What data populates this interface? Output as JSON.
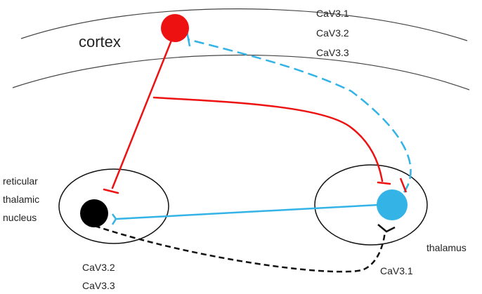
{
  "labels": {
    "cortex": "cortex",
    "cortex_channels": [
      "CaV3.1",
      "CaV3.2",
      "CaV3.3"
    ],
    "rtn": [
      "reticular",
      "thalamic",
      "nucleus"
    ],
    "rtn_channels": [
      "CaV3.2",
      "CaV3.3"
    ],
    "thalamus": "thalamus",
    "thalamus_channels": [
      "CaV3.1"
    ]
  },
  "colors": {
    "cortical_neuron": "#ee1111",
    "thalamic_neuron": "#33b3e6",
    "rtn_neuron": "#000000",
    "outline": "#111111",
    "cortex_layer": "#444444"
  }
}
